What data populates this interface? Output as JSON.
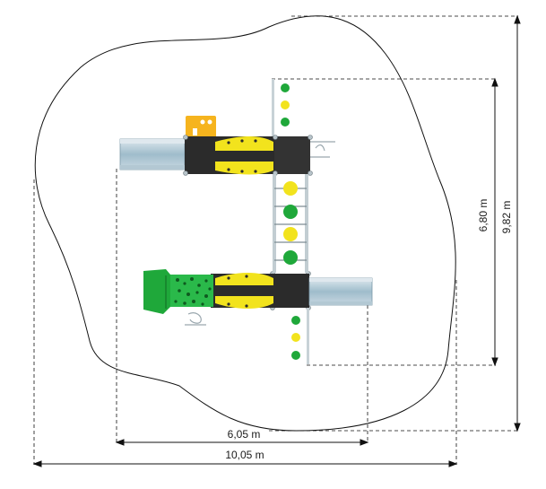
{
  "dimensions": {
    "inner_width": "6,05 m",
    "outer_width": "10,05 m",
    "inner_height": "6,80 m",
    "outer_height": "9,82 m"
  },
  "colors": {
    "deck": "#2b2b2b",
    "yellow": "#f2e31d",
    "green": "#1fa83a",
    "orange": "#f6b41e",
    "slide": "#8fb4c8",
    "post": "#b7c3c9",
    "line": "#111111"
  }
}
